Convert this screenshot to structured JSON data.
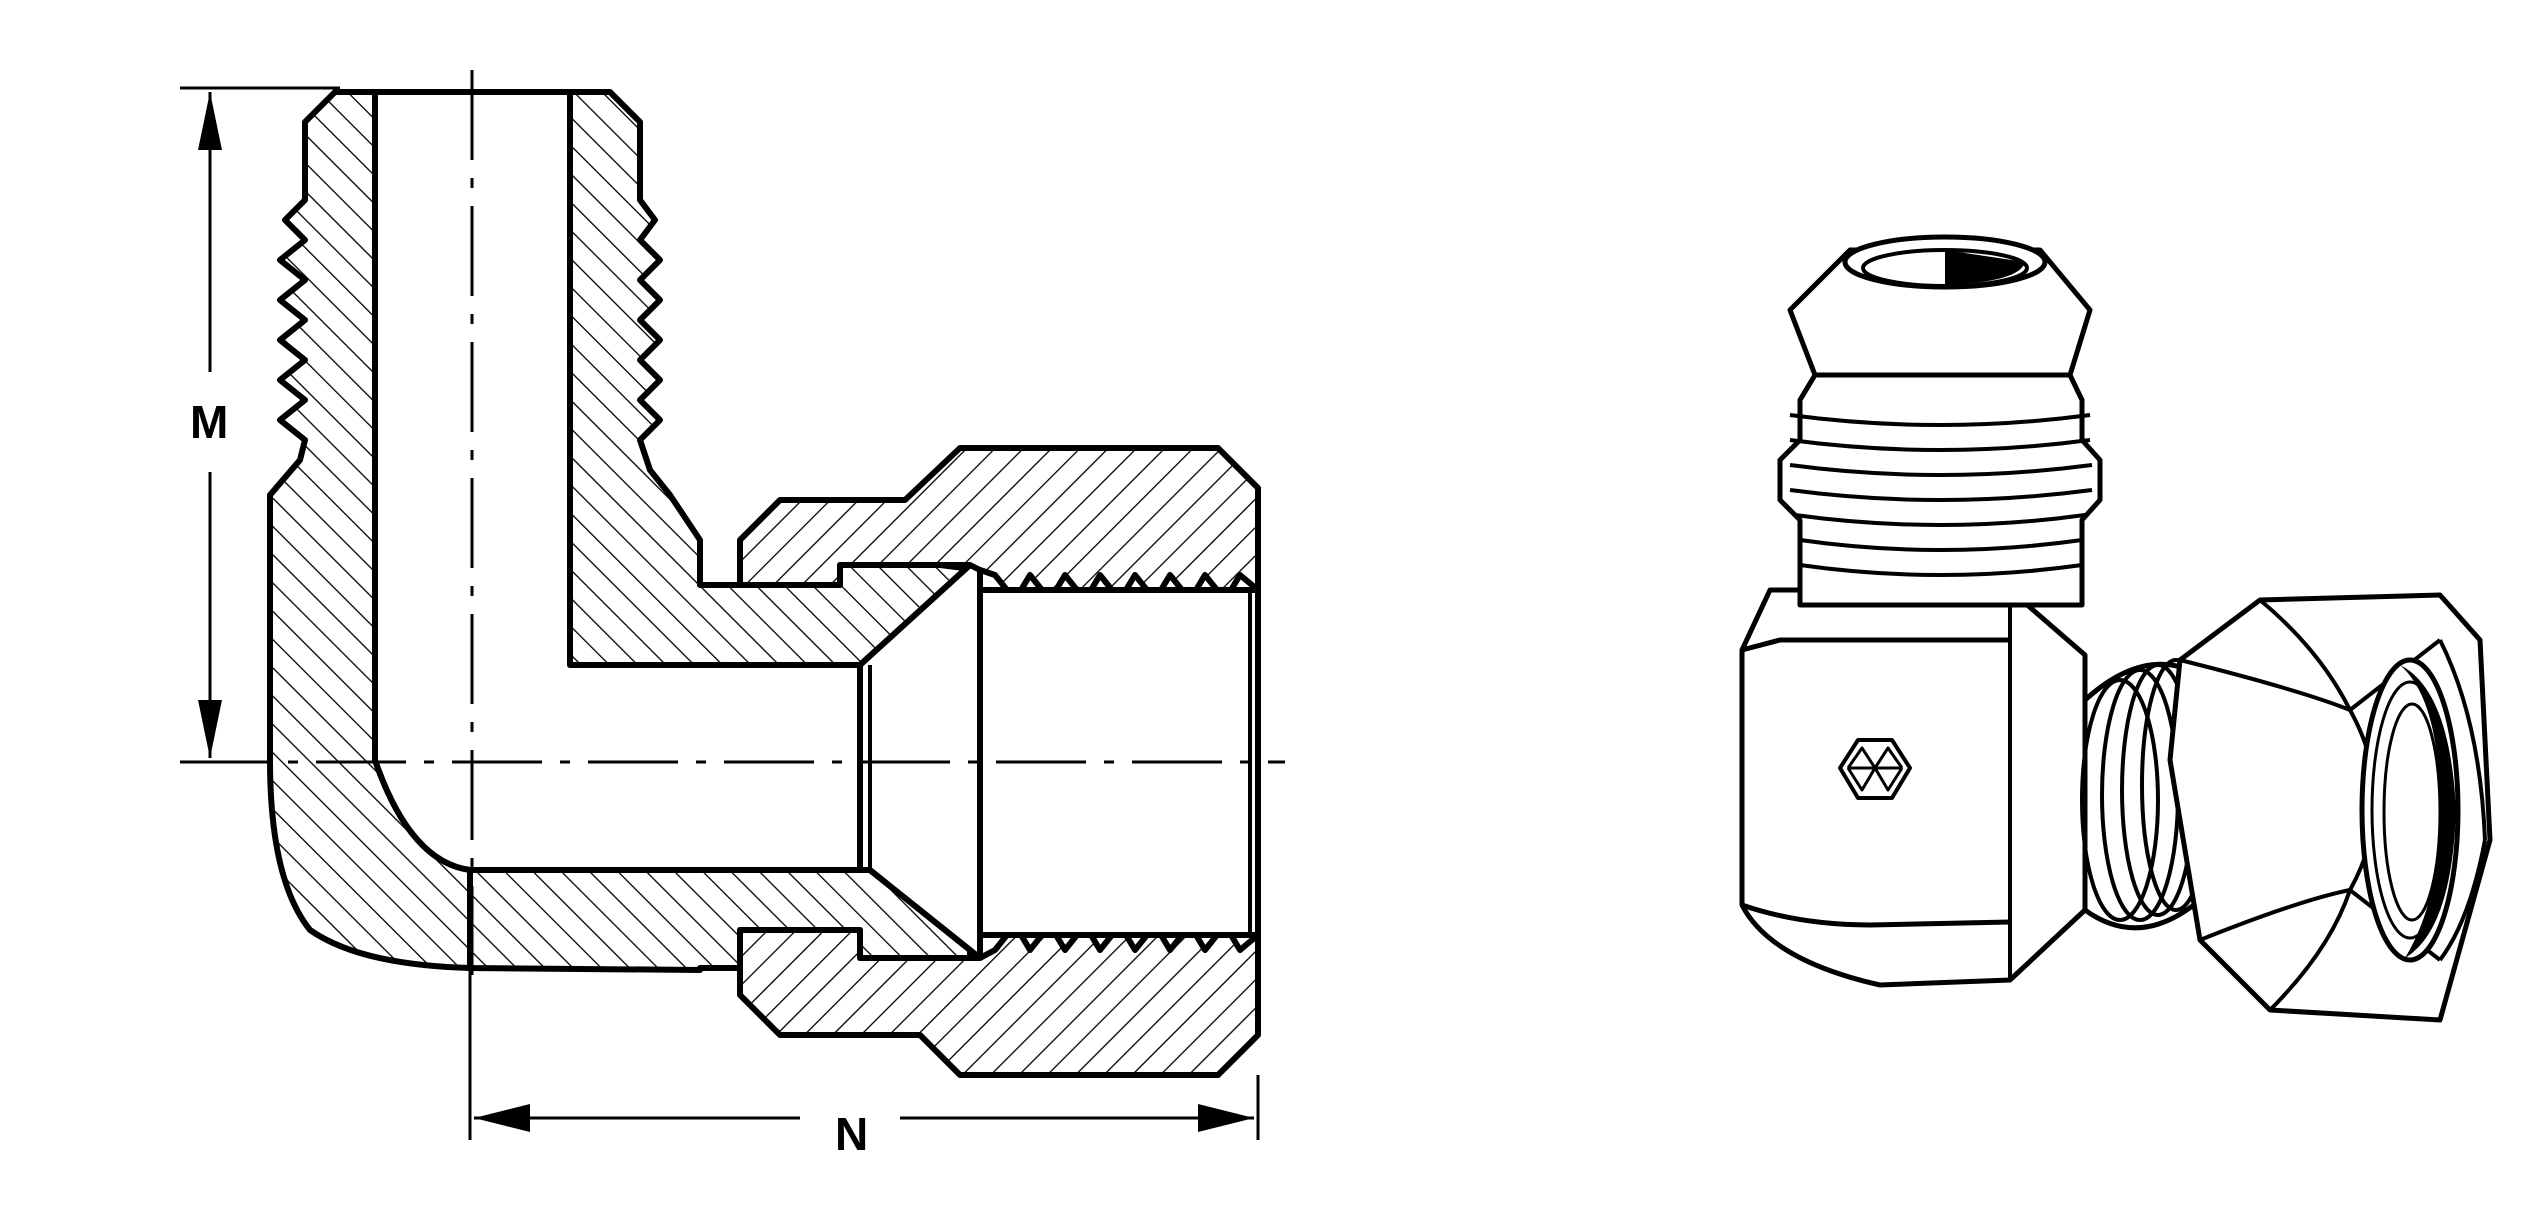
{
  "dimensions": {
    "m_label": "M",
    "n_label": "N"
  },
  "colors": {
    "ink": "#000000",
    "paper": "#ffffff"
  },
  "figures": {
    "cross_section": "elbow-fitting-cross-section",
    "perspective": "elbow-fitting-perspective-view",
    "logo_icon": "hexagon-logo-icon"
  }
}
